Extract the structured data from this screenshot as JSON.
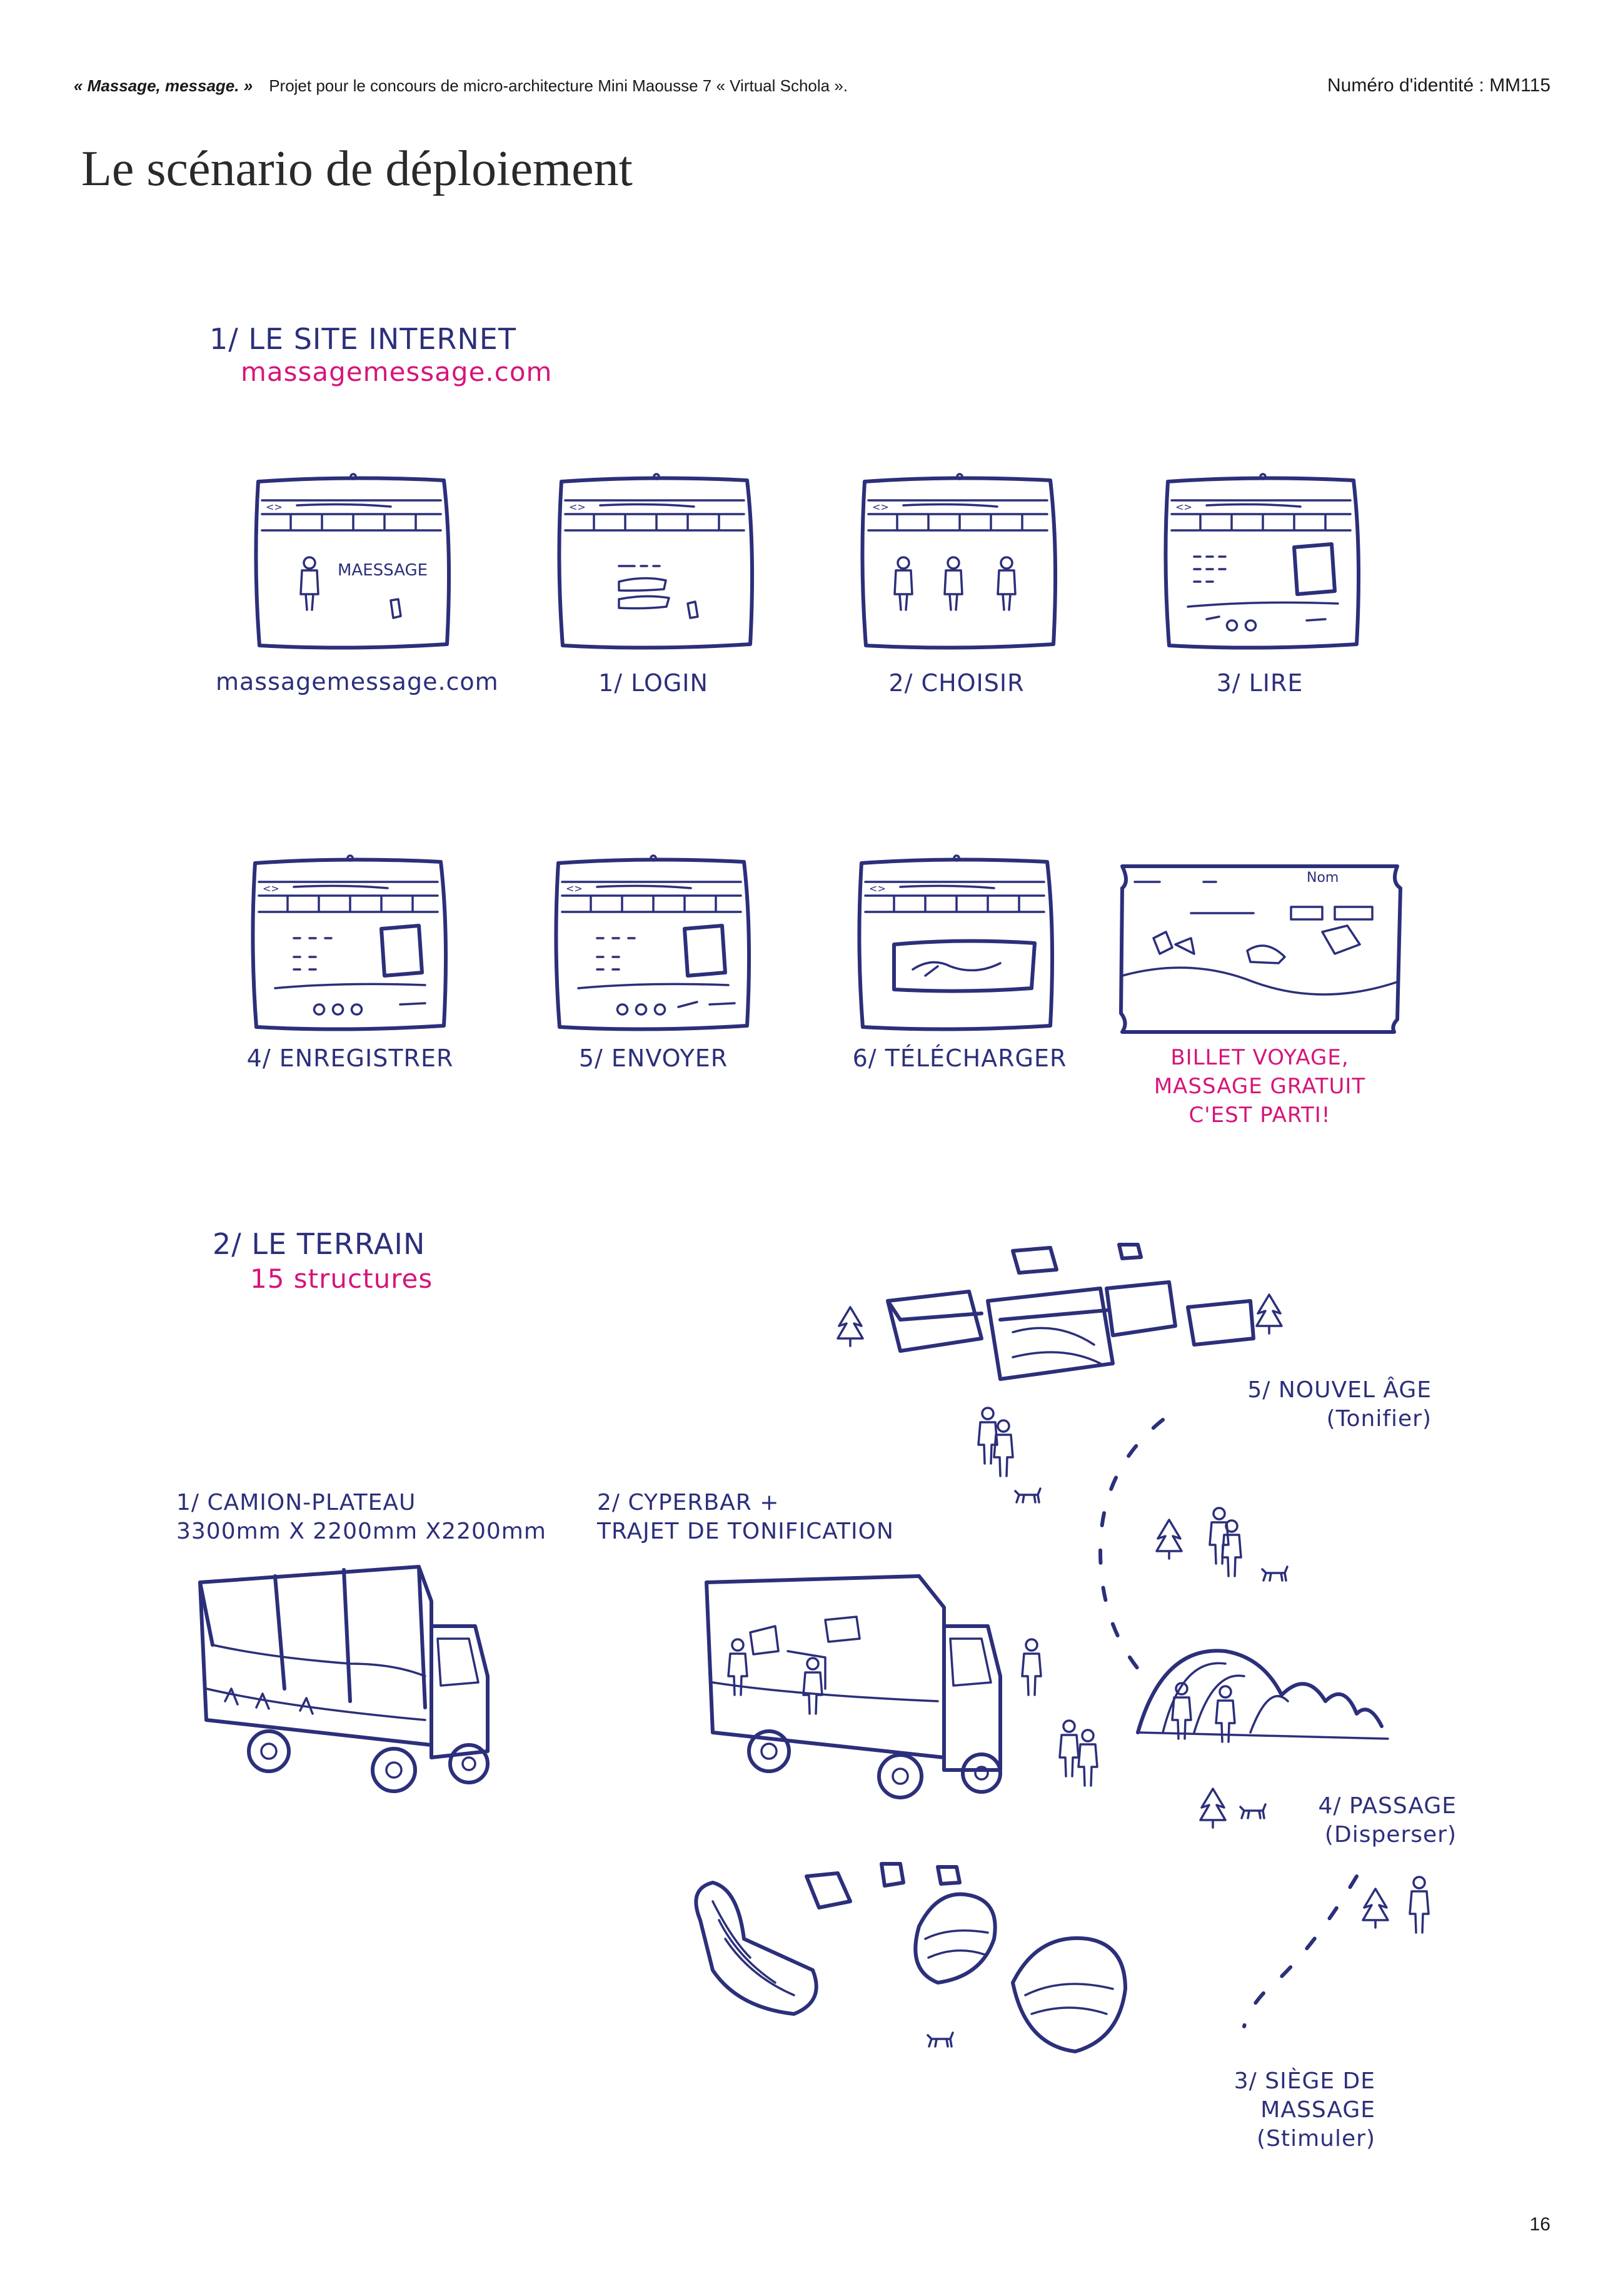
{
  "header": {
    "project_title": "« Massage, message. »",
    "project_description": "Projet pour le concours de micro-architecture Mini Maousse 7 « Virtual Schola ».",
    "identity": "Numéro d'identité : MM115"
  },
  "page_title": "Le scénario de déploiement",
  "section1": {
    "title": "1/ LE SITE INTERNET",
    "subtitle": "massagemessage.com",
    "screens": [
      {
        "caption": "massagemessage.com",
        "icon": "homepage-screen-icon",
        "screen_text": "MAESSAGE"
      },
      {
        "caption": "1/ LOGIN",
        "icon": "login-screen-icon"
      },
      {
        "caption": "2/ CHOISIR",
        "icon": "choose-screen-icon"
      },
      {
        "caption": "3/ LIRE",
        "icon": "read-screen-icon"
      },
      {
        "caption": "4/ ENREGISTRER",
        "icon": "save-screen-icon"
      },
      {
        "caption": "5/ ENVOYER",
        "icon": "send-screen-icon"
      },
      {
        "caption": "6/ TÉLÉCHARGER",
        "icon": "download-screen-icon"
      }
    ],
    "ticket": {
      "caption_lines": [
        "BILLET VOYAGE,",
        "MASSAGE GRATUIT",
        "C'EST PARTI!"
      ],
      "ticket_text": "Nom",
      "icon": "travel-ticket-icon"
    }
  },
  "section2": {
    "title": "2/ LE TERRAIN",
    "subtitle": "15 structures",
    "items": [
      {
        "label": "1/ CAMION-PLATEAU",
        "sub": "3300mm X 2200mm X2200mm",
        "icon": "flatbed-truck-icon"
      },
      {
        "label": "2/ CYPERBAR +",
        "sub": "TRAJET DE TONIFICATION",
        "icon": "cyberbar-truck-icon"
      },
      {
        "label": "3/ SIÈGE DE MASSAGE",
        "sub": "(Stimuler)",
        "icon": "massage-chair-icon"
      },
      {
        "label": "4/ PASSAGE",
        "sub": "(Disperser)",
        "icon": "passage-tunnel-icon"
      },
      {
        "label": "5/ NOUVEL ÂGE",
        "sub": "(Tonifier)",
        "icon": "new-age-crates-icon"
      }
    ]
  },
  "page_number": "16",
  "colors": {
    "ink": "#2c2f7a",
    "accent": "#d6157a",
    "text": "#1a1a1a"
  }
}
